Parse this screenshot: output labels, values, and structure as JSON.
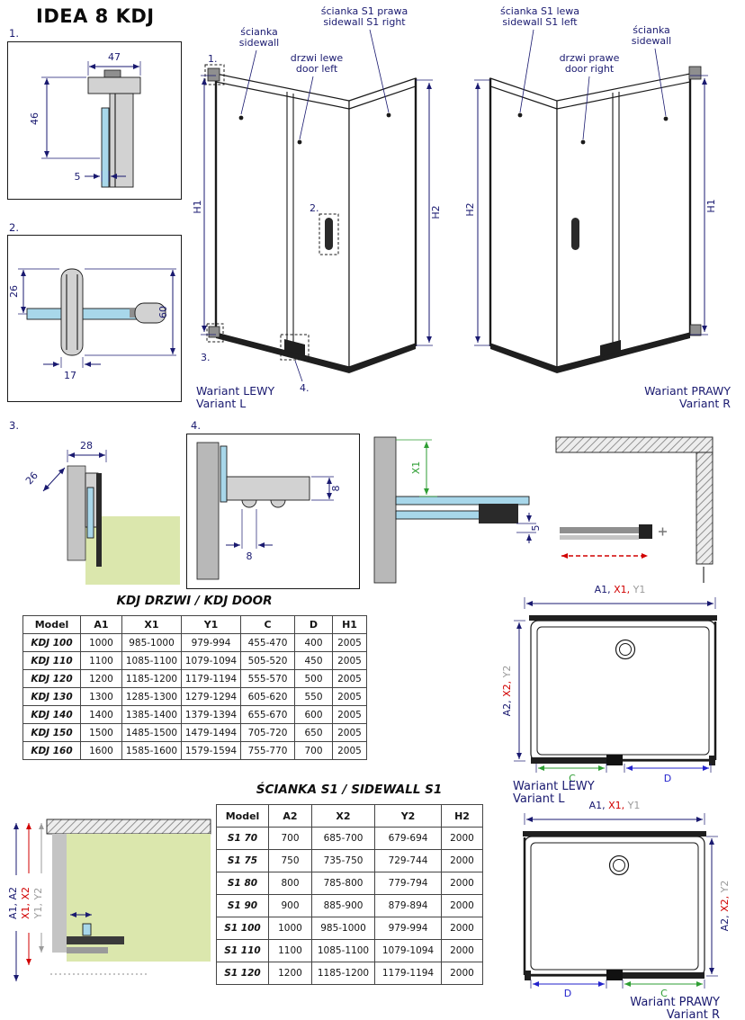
{
  "title": "IDEA 8 KDJ",
  "callouts": {
    "n1": "1.",
    "n2": "2.",
    "n3": "3.",
    "n4": "4."
  },
  "detail1": {
    "dim_width": "47",
    "dim_height": "46",
    "dim_glass": "5"
  },
  "detail2": {
    "dim_top": "26",
    "dim_width": "17",
    "dim_height": "60"
  },
  "detail3": {
    "dim_width": "28",
    "dim_depth": "26"
  },
  "detail4": {
    "dim_right": "8",
    "dim_bottom": "8"
  },
  "detail5": {
    "dim_x1": "X1",
    "dim_gap": "5"
  },
  "iso_left": {
    "sidewall_1": "ścianka",
    "sidewall_2": "sidewall",
    "door_1": "drzwi lewe",
    "door_2": "door left",
    "s1_1": "ścianka S1 prawa",
    "s1_2": "sidewall S1 right",
    "h1": "H1",
    "h2": "H2",
    "caption_1": "Wariant LEWY",
    "caption_2": "Variant L"
  },
  "iso_right": {
    "s1_1": "ścianka S1 lewa",
    "s1_2": "sidewall S1 left",
    "door_1": "drzwi prawe",
    "door_2": "door right",
    "sidewall_1": "ścianka",
    "sidewall_2": "sidewall",
    "h1": "H1",
    "h2": "H2",
    "caption_1": "Wariant PRAWY",
    "caption_2": "Variant R"
  },
  "door_table": {
    "title": "KDJ DRZWI / KDJ DOOR",
    "headers": [
      "Model",
      "A1",
      "X1",
      "Y1",
      "C",
      "D",
      "H1"
    ],
    "col_classes": [
      "",
      "",
      "c-red",
      "c-gray",
      "c-green",
      "c-blue",
      ""
    ],
    "rows": [
      [
        "KDJ 100",
        "1000",
        "985-1000",
        "979-994",
        "455-470",
        "400",
        "2005"
      ],
      [
        "KDJ 110",
        "1100",
        "1085-1100",
        "1079-1094",
        "505-520",
        "450",
        "2005"
      ],
      [
        "KDJ 120",
        "1200",
        "1185-1200",
        "1179-1194",
        "555-570",
        "500",
        "2005"
      ],
      [
        "KDJ 130",
        "1300",
        "1285-1300",
        "1279-1294",
        "605-620",
        "550",
        "2005"
      ],
      [
        "KDJ 140",
        "1400",
        "1385-1400",
        "1379-1394",
        "655-670",
        "600",
        "2005"
      ],
      [
        "KDJ 150",
        "1500",
        "1485-1500",
        "1479-1494",
        "705-720",
        "650",
        "2005"
      ],
      [
        "KDJ 160",
        "1600",
        "1585-1600",
        "1579-1594",
        "755-770",
        "700",
        "2005"
      ]
    ]
  },
  "sidewall_table": {
    "title": "ŚCIANKA S1 / SIDEWALL S1",
    "headers": [
      "Model",
      "A2",
      "X2",
      "Y2",
      "H2"
    ],
    "col_classes": [
      "",
      "",
      "c-red",
      "c-gray",
      ""
    ],
    "rows": [
      [
        "S1 70",
        "700",
        "685-700",
        "679-694",
        "2000"
      ],
      [
        "S1 75",
        "750",
        "735-750",
        "729-744",
        "2000"
      ],
      [
        "S1 80",
        "800",
        "785-800",
        "779-794",
        "2000"
      ],
      [
        "S1 90",
        "900",
        "885-900",
        "879-894",
        "2000"
      ],
      [
        "S1 100",
        "1000",
        "985-1000",
        "979-994",
        "2000"
      ],
      [
        "S1 110",
        "1100",
        "1085-1100",
        "1079-1094",
        "2000"
      ],
      [
        "S1 120",
        "1200",
        "1185-1200",
        "1179-1194",
        "2000"
      ]
    ]
  },
  "plan_left": {
    "top_a1": "A1, ",
    "top_x1": "X1, ",
    "top_y1": "Y1",
    "side_a2": "A2, ",
    "side_x2": "X2, ",
    "side_y2": "Y2",
    "dim_c": "C",
    "dim_d": "D",
    "caption_1": "Wariant LEWY",
    "caption_2": "Variant L"
  },
  "plan_right": {
    "top_a1": "A1, ",
    "top_x1": "X1, ",
    "top_y1": "Y1",
    "side_a2": "A2, ",
    "side_x2": "X2, ",
    "side_y2": "Y2",
    "dim_c": "C",
    "dim_d": "D",
    "caption_1": "Wariant PRAWY",
    "caption_2": "Variant R"
  },
  "corner_detail": {
    "axis_a": "A1, A2",
    "axis_x": "X1, X2",
    "axis_y": "Y1, Y2"
  }
}
